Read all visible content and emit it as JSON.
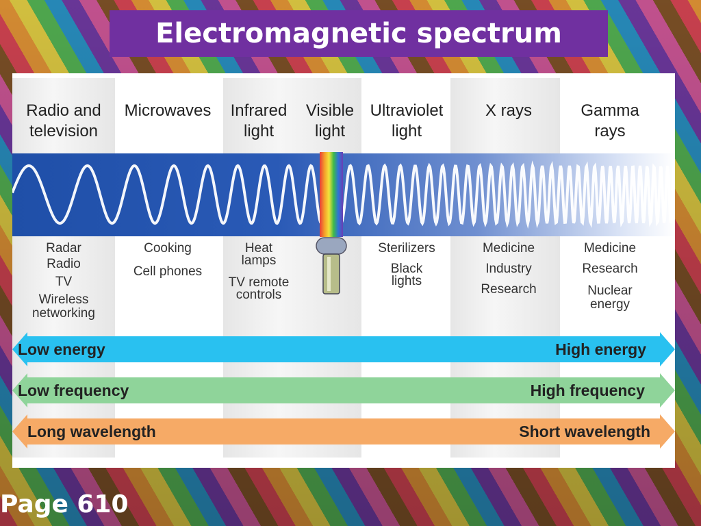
{
  "title": "Electromagnetic spectrum",
  "page_label": "Page 610",
  "columns": [
    {
      "header": [
        "Radio and",
        "television"
      ],
      "uses": [
        "Radar",
        "Radio",
        "TV",
        "Wireless",
        "networking"
      ]
    },
    {
      "header": [
        "Microwaves"
      ],
      "uses": [
        "Cooking",
        "Cell phones"
      ]
    },
    {
      "header": [
        "Infrared",
        "light"
      ],
      "uses": [
        "Heat",
        "lamps",
        "TV remote",
        "controls"
      ]
    },
    {
      "header": [
        "Visible",
        "light"
      ],
      "uses": []
    },
    {
      "header": [
        "Ultraviolet",
        "light"
      ],
      "uses": [
        "Sterilizers",
        "Black",
        "lights"
      ]
    },
    {
      "header": [
        "X rays"
      ],
      "uses": [
        "Medicine",
        "Industry",
        "Research"
      ]
    },
    {
      "header": [
        "Gamma",
        "rays"
      ],
      "uses": [
        "Medicine",
        "Research",
        "Nuclear",
        "energy"
      ]
    }
  ],
  "arrows": [
    {
      "left": "Low energy",
      "right": "High energy",
      "color": "#29c1f0"
    },
    {
      "left": "Low frequency",
      "right": "High frequency",
      "color": "#8fd49a"
    },
    {
      "left": "Long wavelength",
      "right": "Short wavelength",
      "color": "#f6aa66"
    }
  ]
}
